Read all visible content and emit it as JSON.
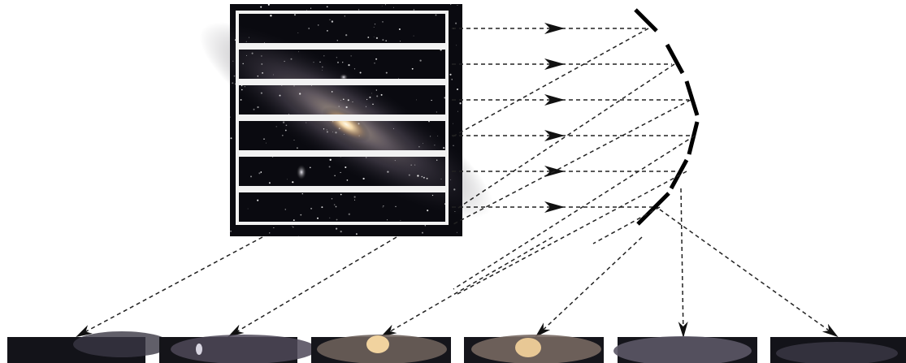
{
  "diagram": {
    "description_tokens": [],
    "source_image": {
      "rows": 6
    },
    "output_strips": {
      "count": 6
    },
    "segmented_mirror": {
      "segments": 6
    },
    "colors": {
      "background": "#ffffff",
      "frame": "#111111",
      "sky": "#0a0a10",
      "galaxy_core": "#f3d7a8",
      "galaxy_halo": "#8c7a66",
      "strip_border": "#f2f2f2",
      "arrow": "#222222",
      "mirror": "#000000"
    },
    "icons": {
      "beam_arrow": "dashed-arrow",
      "mirror_segment": "mirror-segment-icon"
    }
  }
}
